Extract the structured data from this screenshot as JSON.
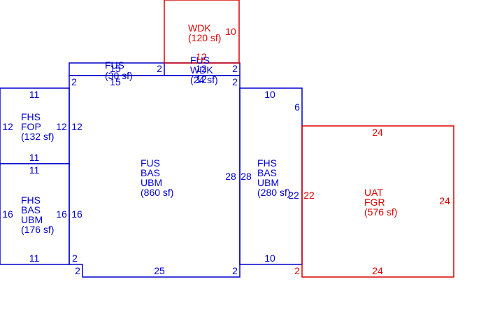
{
  "colors": {
    "blue": "#0000cc",
    "red": "#dd0000",
    "background": "#ffffff"
  },
  "areas": {
    "fus_main": {
      "line1": "FUS",
      "line2": "BAS",
      "line3": "UBM",
      "line4": "(860 sf)"
    },
    "fhs_fop": {
      "line1": "FHS",
      "line2": "FOP",
      "line3": "(132 sf)"
    },
    "fhs_left": {
      "line1": "FHS",
      "line2": "BAS",
      "line3": "UBM",
      "line4": "(176 sf)"
    },
    "fhs_right": {
      "line1": "FHS",
      "line2": "BAS",
      "line3": "UBM",
      "line4": "(280 sf)"
    },
    "fus_strip_left": {
      "line1": "FUS",
      "line2": "(30 sf)"
    },
    "fus_strip_right": {
      "line1": "FUS",
      "line2": "WDK",
      "line3": "(24 sf)"
    },
    "wdk": {
      "line1": "WDK",
      "line2": "(120 sf)"
    },
    "uat": {
      "line1": "UAT",
      "line2": "FGR",
      "line3": "(576 sf)"
    }
  },
  "dimensions": {
    "wdk_right": "10",
    "wdk_bottom": "12",
    "strip_left_end": "2",
    "strip_left_top": "15",
    "strip_left_bottom": "15",
    "strip_right_top": "12",
    "strip_right_bottom": "12",
    "strip_right_end": "2",
    "strip_right_end_lower": "2",
    "main_top_left": "2",
    "main_left": "12",
    "main_left_lower": "16",
    "main_right": "28",
    "main_bottom": "25",
    "main_bottom_left": "2",
    "main_bottom_right": "2",
    "main_lower_left_corner": "2",
    "fop_top": "11",
    "fop_left": "12",
    "fop_right": "12",
    "fop_bottom": "11",
    "fhs_left_top": "11",
    "fhs_left_left": "16",
    "fhs_left_right": "16",
    "fhs_left_bottom": "11",
    "fhs_right_top": "10",
    "fhs_right_left": "28",
    "fhs_right_notch": "6",
    "fhs_right_right": "22",
    "fhs_right_bottom": "10",
    "uat_top": "24",
    "uat_left": "22",
    "uat_right": "24",
    "uat_bottom": "24",
    "uat_corner": "2"
  }
}
